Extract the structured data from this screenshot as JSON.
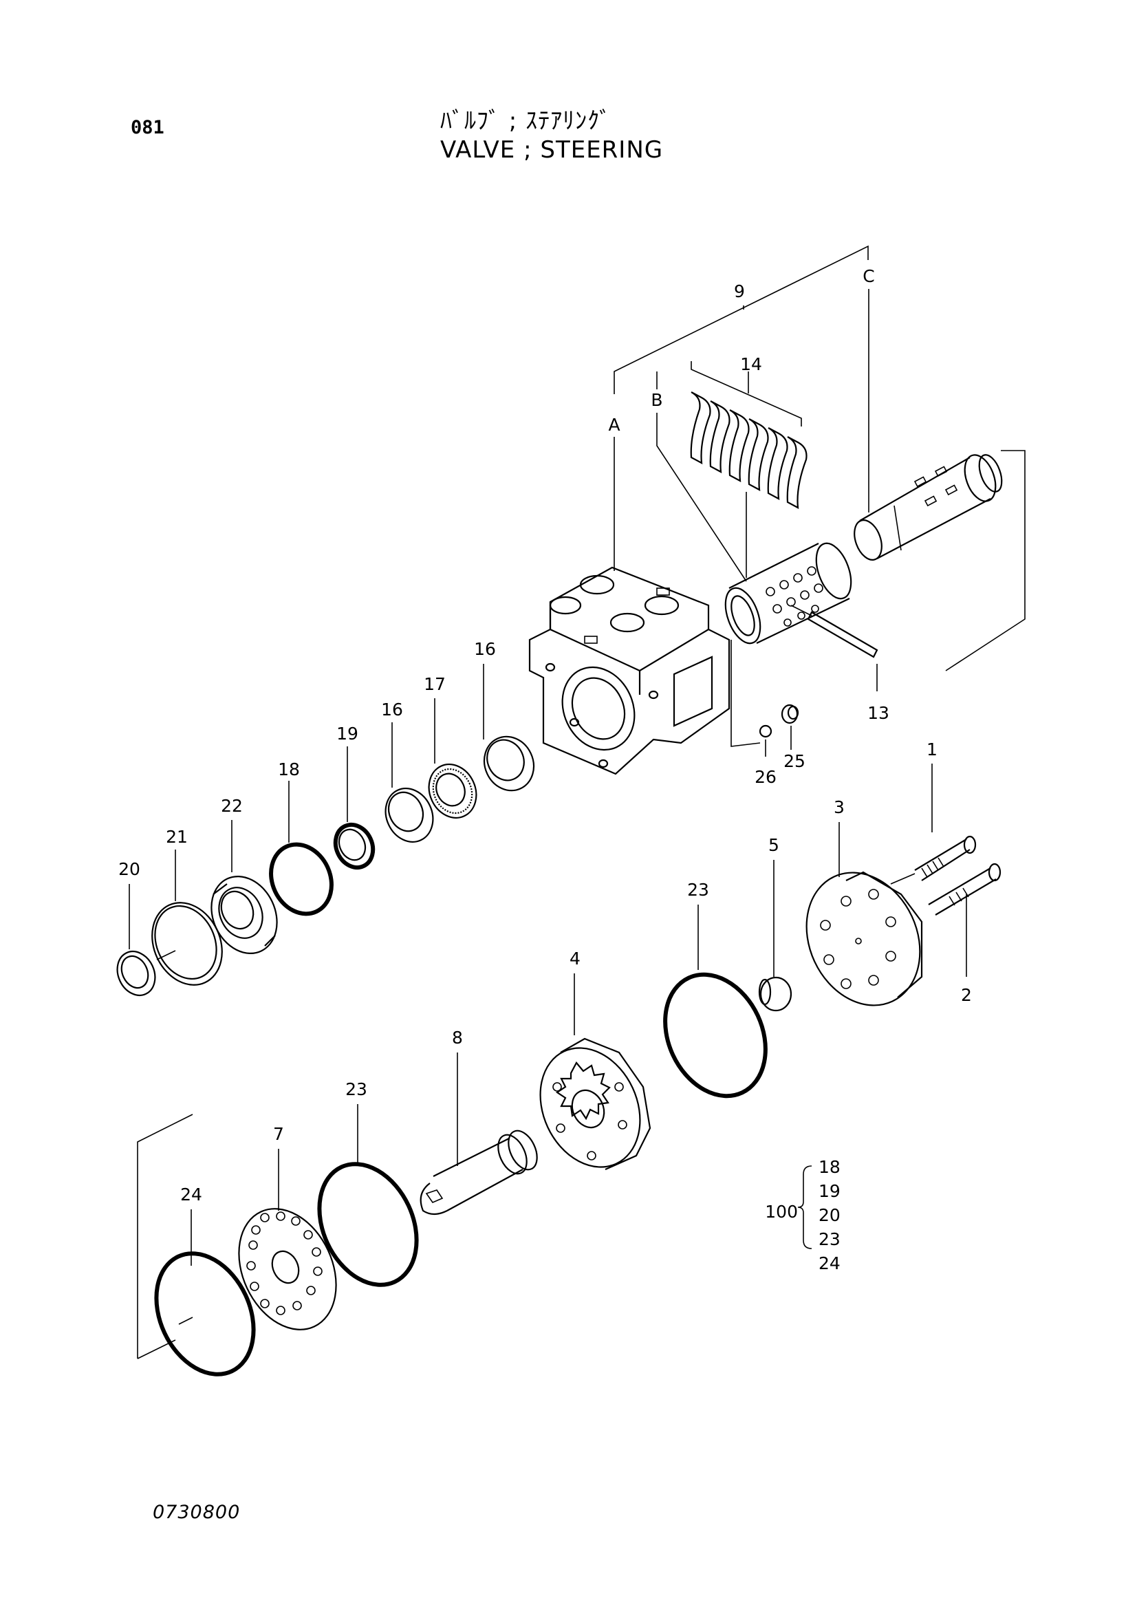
{
  "page_number": "081",
  "title_jp": "ﾊﾞﾙﾌﾞ ; ｽﾃｱﾘﾝｸﾞ",
  "title_en": "VALVE ; STEERING",
  "drawing_code": "0730800",
  "callouts": {
    "p1": "1",
    "p2": "2",
    "p3": "3",
    "p4": "4",
    "p5": "5",
    "p7": "7",
    "p8": "8",
    "p9": "9",
    "p13": "13",
    "p14": "14",
    "p16a": "16",
    "p16b": "16",
    "p17": "17",
    "p18": "18",
    "p19": "19",
    "p20": "20",
    "p21": "21",
    "p22": "22",
    "p23a": "23",
    "p23b": "23",
    "p24": "24",
    "p25": "25",
    "p26": "26",
    "pA": "A",
    "pB": "B",
    "pC": "C"
  },
  "kit": {
    "label": "100",
    "items": [
      "18",
      "19",
      "20",
      "23",
      "24"
    ]
  }
}
